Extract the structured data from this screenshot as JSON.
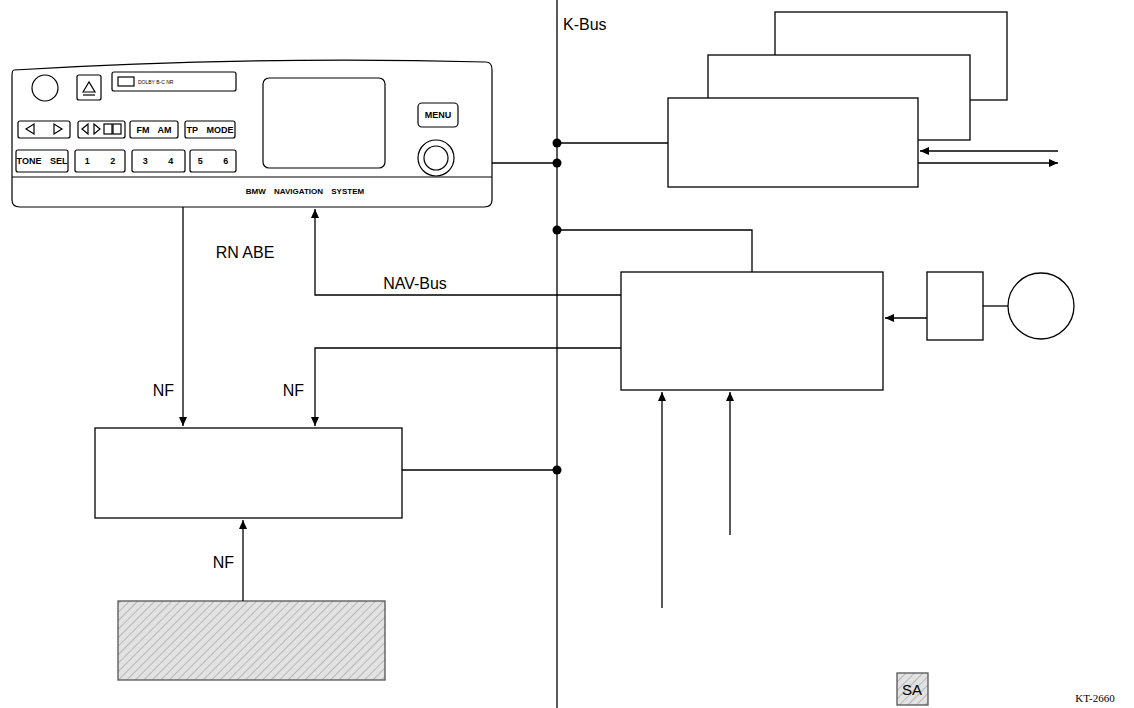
{
  "diagram": {
    "nodes": [
      {
        "text": [
          "RN ABE"
        ]
      }
    ],
    "labels": [
      "K-Bus",
      "NAV-Bus",
      "NF",
      "NF",
      "NF",
      "MENU",
      "FM AM",
      "TP MODE",
      "TONE SEL",
      "1 2",
      "3 4",
      "5 6",
      "BMW NAVIGATION SYSTEM",
      "DOLBY B-C NR",
      "KT-2660"
    ],
    "legend": [
      {
        "text": "SA"
      }
    ]
  }
}
